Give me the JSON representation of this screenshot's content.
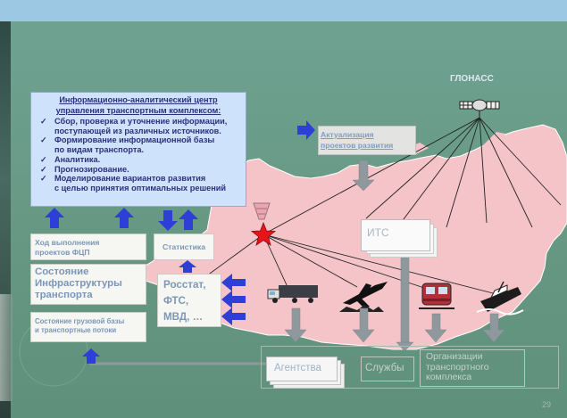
{
  "glonass_label": "ГЛОНАСС",
  "info_center": {
    "title_line1": "Информационно-аналитический центр",
    "title_line2": "управления транспортным комплексом:",
    "items": [
      "Сбор, проверка и уточнение информации,",
      "поступающей из различных источников.",
      "Формирование информационной базы",
      "по видам транспорта.",
      "Аналитика.",
      "Прогнозирование.",
      "Моделирование вариантов развития",
      "с целью принятия оптимальных решений"
    ],
    "item_checks": [
      true,
      false,
      true,
      false,
      true,
      true,
      true,
      false
    ],
    "check_glyph": "✓"
  },
  "update_box": {
    "line1": "Актуализация",
    "line2": "проектов развития"
  },
  "left_boxes": {
    "fcp_line1": "Ход выполнения",
    "fcp_line2": "проектов ФЦП",
    "infra_line1": "Состояние",
    "infra_line2": "Инфраструктуры",
    "infra_line3": "транспорта",
    "cargo_line1": "Состояние грузовой базы",
    "cargo_line2": "и транспортные потоки"
  },
  "stats_label": "Статистика",
  "agencies_box": {
    "line1": "Росстат,",
    "line2": "ФТС,",
    "line3": "МВД, …"
  },
  "its_label": "ИТС",
  "bottom": {
    "agency": "Агентства",
    "services": "Службы",
    "org_line1": "Организации",
    "org_line2": "транспортного",
    "org_line3": "комплекса"
  },
  "page_number": "29",
  "colors": {
    "map": "#f4c4c8",
    "blue_arrow": "#2d3fd6",
    "grey_arrow": "#9aa3a6",
    "star": "#e8141c"
  }
}
